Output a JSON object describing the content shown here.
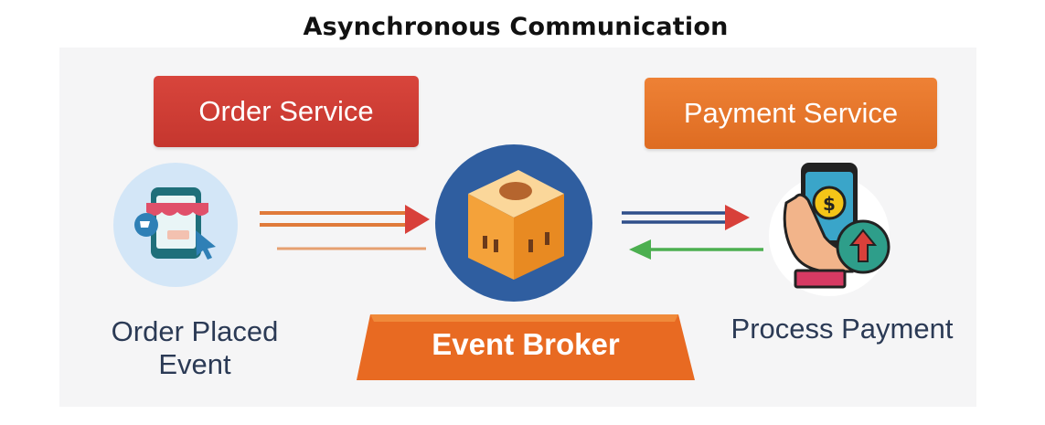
{
  "title": "Asynchronous Communication",
  "services": {
    "order": "Order Service",
    "payment": "Payment Service"
  },
  "captions": {
    "order_line1": "Order Placed",
    "order_line2": "Event",
    "payment": "Process Payment"
  },
  "broker": {
    "label": "Event Broker"
  },
  "icons": {
    "order": "shop-phone-icon",
    "broker": "box-icon",
    "payment": "payment-phone-icon"
  },
  "colors": {
    "order_service": "#cf3d35",
    "payment_service": "#e7772b",
    "broker_circle": "#2f5ea0",
    "broker_banner": "#e46b22",
    "arrow_red": "#d8403a",
    "arrow_green": "#4caf50",
    "caption": "#2b3a55"
  }
}
